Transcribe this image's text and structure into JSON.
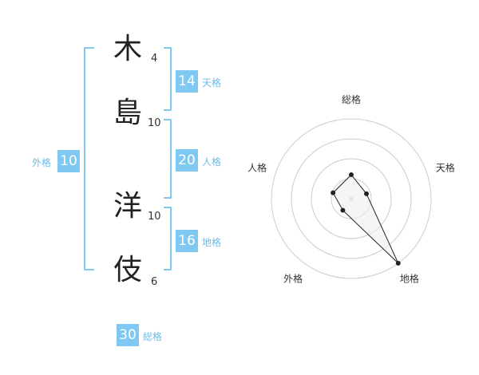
{
  "name": {
    "chars": [
      {
        "char": "木",
        "strokes": "4"
      },
      {
        "char": "島",
        "strokes": "10"
      },
      {
        "char": "洋",
        "strokes": "10"
      },
      {
        "char": "伎",
        "strokes": "6"
      }
    ]
  },
  "fortunes": {
    "tenkaku": {
      "label": "天格",
      "value": "14"
    },
    "jinkaku": {
      "label": "人格",
      "value": "20"
    },
    "chikaku": {
      "label": "地格",
      "value": "16"
    },
    "gaikaku": {
      "label": "外格",
      "value": "10"
    },
    "soukaku": {
      "label": "総格",
      "value": "30"
    }
  },
  "chart_data": {
    "type": "radar",
    "axes": [
      "総格",
      "天格",
      "地格",
      "外格",
      "人格"
    ],
    "values": [
      0.3,
      0.2,
      1.0,
      0.18,
      0.24
    ],
    "rings": 4,
    "colors": {
      "ring": "#cccccc",
      "line": "#222222",
      "fill": "#eeeeee"
    }
  },
  "colors": {
    "accent": "#7ec8f2",
    "accent_text": "#6bbbe6"
  }
}
